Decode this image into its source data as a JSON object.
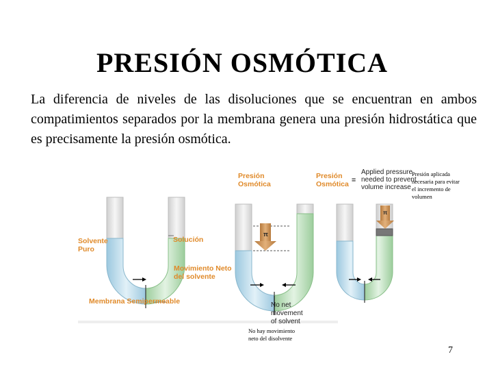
{
  "slide": {
    "title": "PRESIÓN OSMÓTICA",
    "paragraph": "La diferencia de niveles de las disoluciones que se encuentran en ambos compatimientos separados por la membrana genera una presión hidrostática que es precisamente la presión osmótica.",
    "page_number": "7"
  },
  "figure": {
    "tube1": {
      "solvent_label_line1": "Solvente",
      "solvent_label_line2": "Puro",
      "solution_label": "Solución",
      "movement_label_line1": "Movimiento Neto",
      "movement_label_line2": "del solvente",
      "membrane_label": "Membrana Semipermeable"
    },
    "tube2": {
      "pressure_label_line1": "Presión",
      "pressure_label_line2": "Osmótica",
      "pi_symbol": "π",
      "no_net_line1": "No net",
      "no_net_line2": "movement",
      "no_net_line3": "of solvent"
    },
    "tube3": {
      "pressure_label_line1": "Presión",
      "pressure_label_line2": "Osmótica",
      "equals_sign": "=",
      "applied_line1": "Applied pressure",
      "applied_line2": "needed to prevent",
      "applied_line3": "volume increase",
      "pi_symbol": "π"
    },
    "notes": {
      "applied_es_line1": "Presión aplicada",
      "applied_es_line2": "necesaria para evitar",
      "applied_es_line3": "el incremento de",
      "applied_es_line4": "volumen",
      "no_movement_es_line1": "No hay movimiento",
      "no_movement_es_line2": "neto del disolvente"
    },
    "colors": {
      "solvent": "#bcdcec",
      "solution": "#bfe0bf",
      "tube_top": "#e4e4e4",
      "arrow": "#c98a4a",
      "orange_label": "#e08a2a"
    }
  }
}
